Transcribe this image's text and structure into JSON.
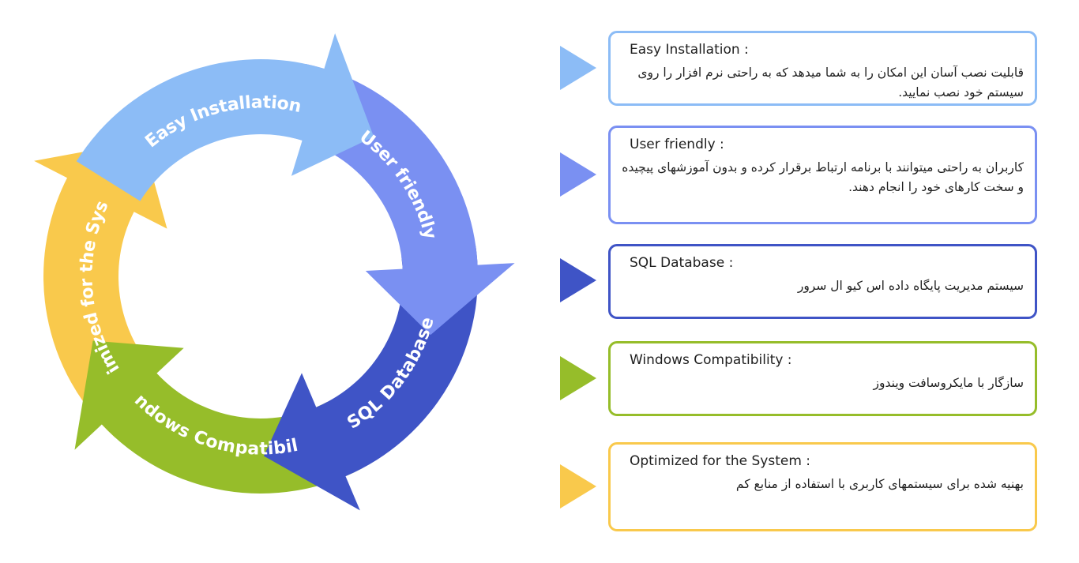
{
  "steps": [
    {
      "label": "Easy Installation",
      "title": "Easy Installation :",
      "desc": "قابلیت نصب آسان این امکان را به شما میدهد که به راحتی نرم افزار را روی سیستم خود نصب نمایید.",
      "color": "#8cbcf6"
    },
    {
      "label": "User friendly",
      "title": "User friendly :",
      "desc": "کاربران به راحتی میتوانند با برنامه ارتباط برقرار کرده و بدون آموزشهای پیچیده و سخت کارهای خود را انجام دهند.",
      "color": "#7a90f2"
    },
    {
      "label": "SQL Database",
      "title": "SQL Database :",
      "desc": "سیستم مدیریت پایگاه داده اس کیو ال سرور",
      "color": "#3f54c6"
    },
    {
      "label": "Windows Compatibility",
      "title": "Windows Compatibility :",
      "desc": "سازگار با مایکروسافت ویندوز",
      "color": "#96bd2a"
    },
    {
      "label": "Optimized for the System",
      "title": "Optimized for the System :",
      "desc": "بهنیه شده برای سیستمهای کاربری با استفاده از منابع کم",
      "color": "#f9c94c"
    }
  ]
}
